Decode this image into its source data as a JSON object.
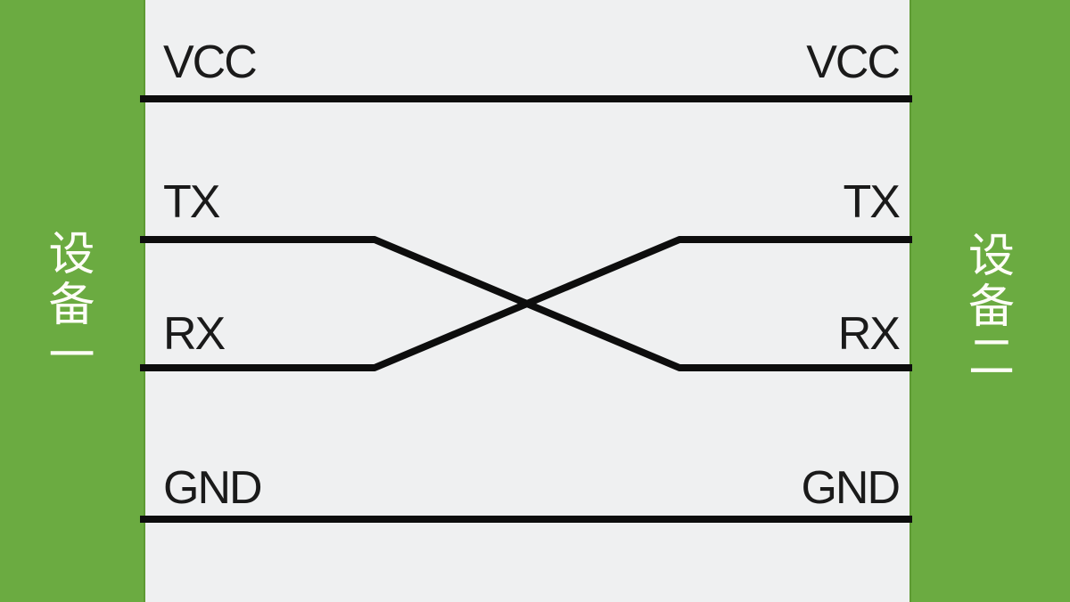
{
  "diagram": {
    "type": "wiring-diagram",
    "left_device": {
      "label": "设备一",
      "chars": [
        "设",
        "备",
        "一"
      ]
    },
    "right_device": {
      "label": "设备二",
      "chars": [
        "设",
        "备",
        "二"
      ]
    },
    "left_pins": [
      "VCC",
      "TX",
      "RX",
      "GND"
    ],
    "right_pins": [
      "VCC",
      "TX",
      "RX",
      "GND"
    ],
    "connections": [
      {
        "from_device": "设备一",
        "from_pin": "VCC",
        "to_device": "设备二",
        "to_pin": "VCC",
        "style": "straight"
      },
      {
        "from_device": "设备一",
        "from_pin": "TX",
        "to_device": "设备二",
        "to_pin": "RX",
        "style": "crossover"
      },
      {
        "from_device": "设备一",
        "from_pin": "RX",
        "to_device": "设备二",
        "to_pin": "TX",
        "style": "crossover"
      },
      {
        "from_device": "设备一",
        "from_pin": "GND",
        "to_device": "设备二",
        "to_pin": "GND",
        "style": "straight"
      }
    ],
    "colors": {
      "device_fill": "#6bab41",
      "device_edge": "#5e9a33",
      "background": "#eff0f1",
      "wire": "#0d0d0d",
      "pin_text": "#1a1a1a",
      "device_text": "#fdfdf6"
    }
  }
}
